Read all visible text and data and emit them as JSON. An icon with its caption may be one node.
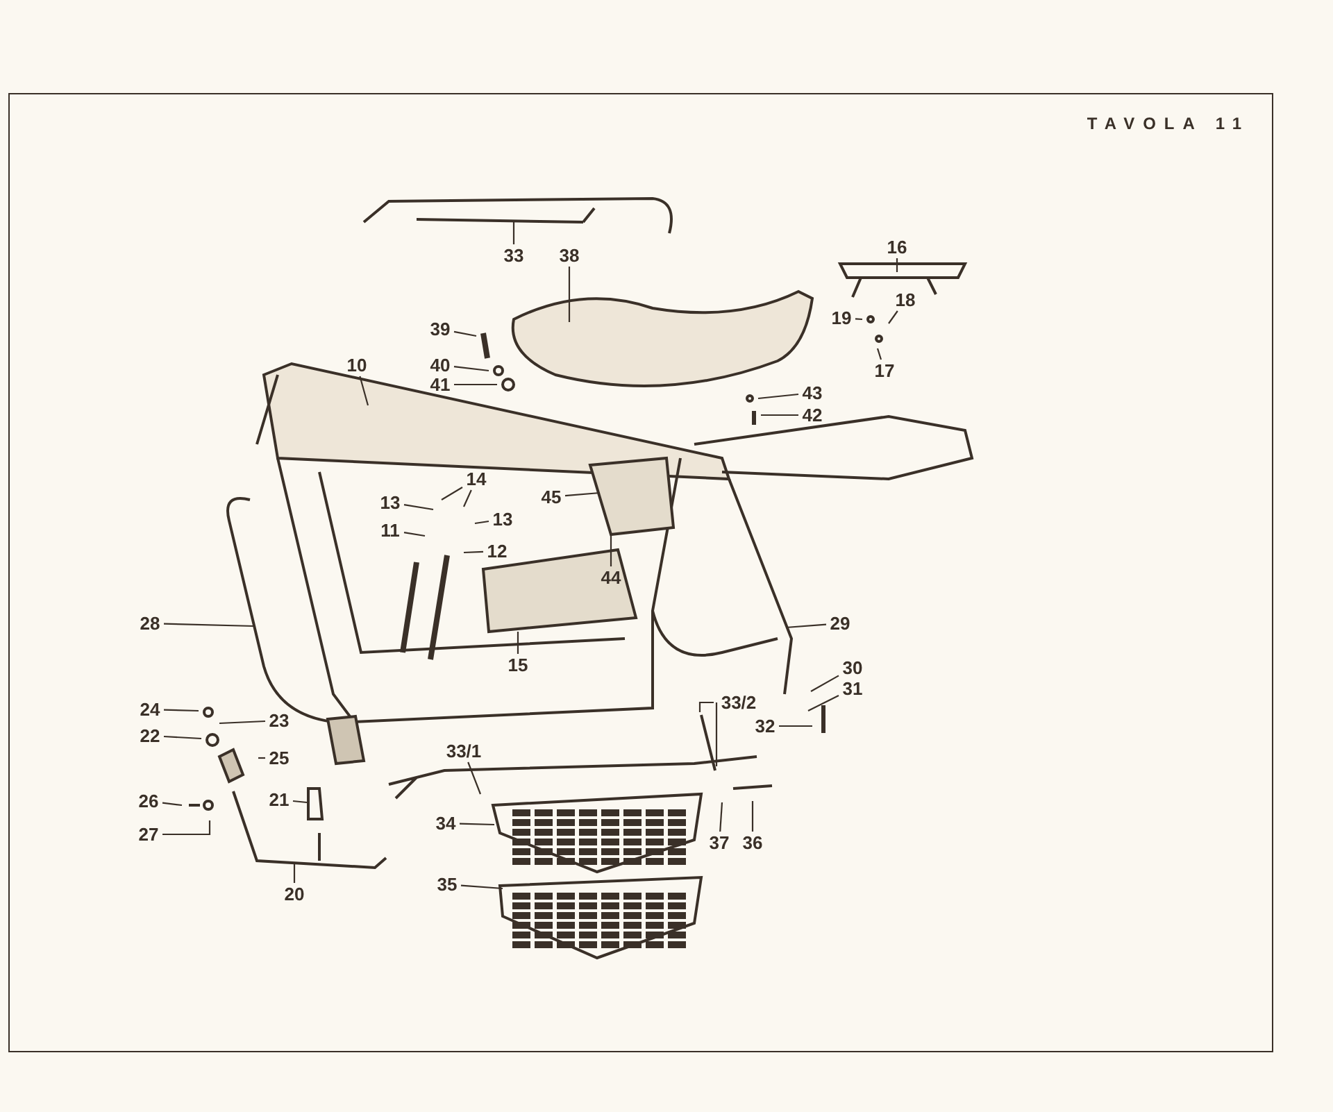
{
  "diagram": {
    "title": "TAVOLA 11",
    "nodes": [
      {
        "text": [
          "33"
        ]
      },
      {
        "text": [
          "38"
        ]
      },
      {
        "text": [
          "16"
        ]
      },
      {
        "text": [
          "19"
        ]
      },
      {
        "text": [
          "18"
        ]
      },
      {
        "text": [
          "17"
        ]
      },
      {
        "text": [
          "39"
        ]
      },
      {
        "text": [
          "40"
        ]
      },
      {
        "text": [
          "41"
        ]
      },
      {
        "text": [
          "43"
        ]
      },
      {
        "text": [
          "42"
        ]
      },
      {
        "text": [
          "10"
        ]
      },
      {
        "text": [
          "45"
        ]
      },
      {
        "text": [
          "13"
        ]
      },
      {
        "text": [
          "14"
        ]
      },
      {
        "text": [
          "13"
        ]
      },
      {
        "text": [
          "11"
        ]
      },
      {
        "text": [
          "12"
        ]
      },
      {
        "text": [
          "44"
        ]
      },
      {
        "text": [
          "15"
        ]
      },
      {
        "text": [
          "28"
        ]
      },
      {
        "text": [
          "29"
        ]
      },
      {
        "text": [
          "30"
        ]
      },
      {
        "text": [
          "31"
        ]
      },
      {
        "text": [
          "32"
        ]
      },
      {
        "text": [
          "24"
        ]
      },
      {
        "text": [
          "23"
        ]
      },
      {
        "text": [
          "22"
        ]
      },
      {
        "text": [
          "25"
        ]
      },
      {
        "text": [
          "33/2"
        ]
      },
      {
        "text": [
          "33/1"
        ]
      },
      {
        "text": [
          "21"
        ]
      },
      {
        "text": [
          "26"
        ]
      },
      {
        "text": [
          "27"
        ]
      },
      {
        "text": [
          "34"
        ]
      },
      {
        "text": [
          "37"
        ]
      },
      {
        "text": [
          "36"
        ]
      },
      {
        "text": [
          "20"
        ]
      },
      {
        "text": [
          "35"
        ]
      }
    ],
    "edges": [
      {
        "from": 0,
        "to": null,
        "arrow": "none"
      },
      {
        "from": 1,
        "to": null,
        "arrow": "none"
      },
      {
        "from": 2,
        "to": null,
        "arrow": "none"
      },
      {
        "from": 3,
        "to": null,
        "arrow": "none"
      },
      {
        "from": 4,
        "to": null,
        "arrow": "none"
      },
      {
        "from": 5,
        "to": null,
        "arrow": "none"
      },
      {
        "from": 6,
        "to": null,
        "arrow": "none"
      },
      {
        "from": 7,
        "to": null,
        "arrow": "none"
      },
      {
        "from": 8,
        "to": null,
        "arrow": "none"
      },
      {
        "from": 9,
        "to": null,
        "arrow": "none"
      },
      {
        "from": 10,
        "to": null,
        "arrow": "none"
      },
      {
        "from": 11,
        "to": null,
        "arrow": "none"
      },
      {
        "from": 12,
        "to": null,
        "arrow": "none"
      },
      {
        "from": 13,
        "to": null,
        "arrow": "none"
      },
      {
        "from": 14,
        "to": null,
        "arrow": "none"
      },
      {
        "from": 14,
        "to": null,
        "arrow": "none"
      },
      {
        "from": 15,
        "to": null,
        "arrow": "none"
      },
      {
        "from": 16,
        "to": null,
        "arrow": "none"
      },
      {
        "from": 17,
        "to": null,
        "arrow": "none"
      },
      {
        "from": 18,
        "to": null,
        "arrow": "none"
      },
      {
        "from": 19,
        "to": null,
        "arrow": "none"
      },
      {
        "from": 20,
        "to": null,
        "arrow": "none"
      },
      {
        "from": 21,
        "to": null,
        "arrow": "none"
      },
      {
        "from": 22,
        "to": null,
        "arrow": "none"
      },
      {
        "from": 23,
        "to": null,
        "arrow": "none"
      },
      {
        "from": 24,
        "to": null,
        "arrow": "none"
      },
      {
        "from": 25,
        "to": null,
        "arrow": "none"
      },
      {
        "from": 26,
        "to": null,
        "arrow": "none"
      },
      {
        "from": 27,
        "to": null,
        "arrow": "none"
      },
      {
        "from": 28,
        "to": null,
        "arrow": "none"
      },
      {
        "from": 29,
        "to": null,
        "arrow": "none"
      },
      {
        "from": 29,
        "to": null,
        "arrow": "none"
      },
      {
        "from": 30,
        "to": null,
        "arrow": "none"
      },
      {
        "from": 31,
        "to": null,
        "arrow": "none"
      },
      {
        "from": 32,
        "to": null,
        "arrow": "none"
      },
      {
        "from": 33,
        "to": null,
        "arrow": "none"
      },
      {
        "from": 34,
        "to": null,
        "arrow": "none"
      },
      {
        "from": 35,
        "to": null,
        "arrow": "none"
      },
      {
        "from": 36,
        "to": null,
        "arrow": "none"
      },
      {
        "from": 37,
        "to": null,
        "arrow": "none"
      },
      {
        "from": 38,
        "to": null,
        "arrow": "none"
      }
    ]
  }
}
